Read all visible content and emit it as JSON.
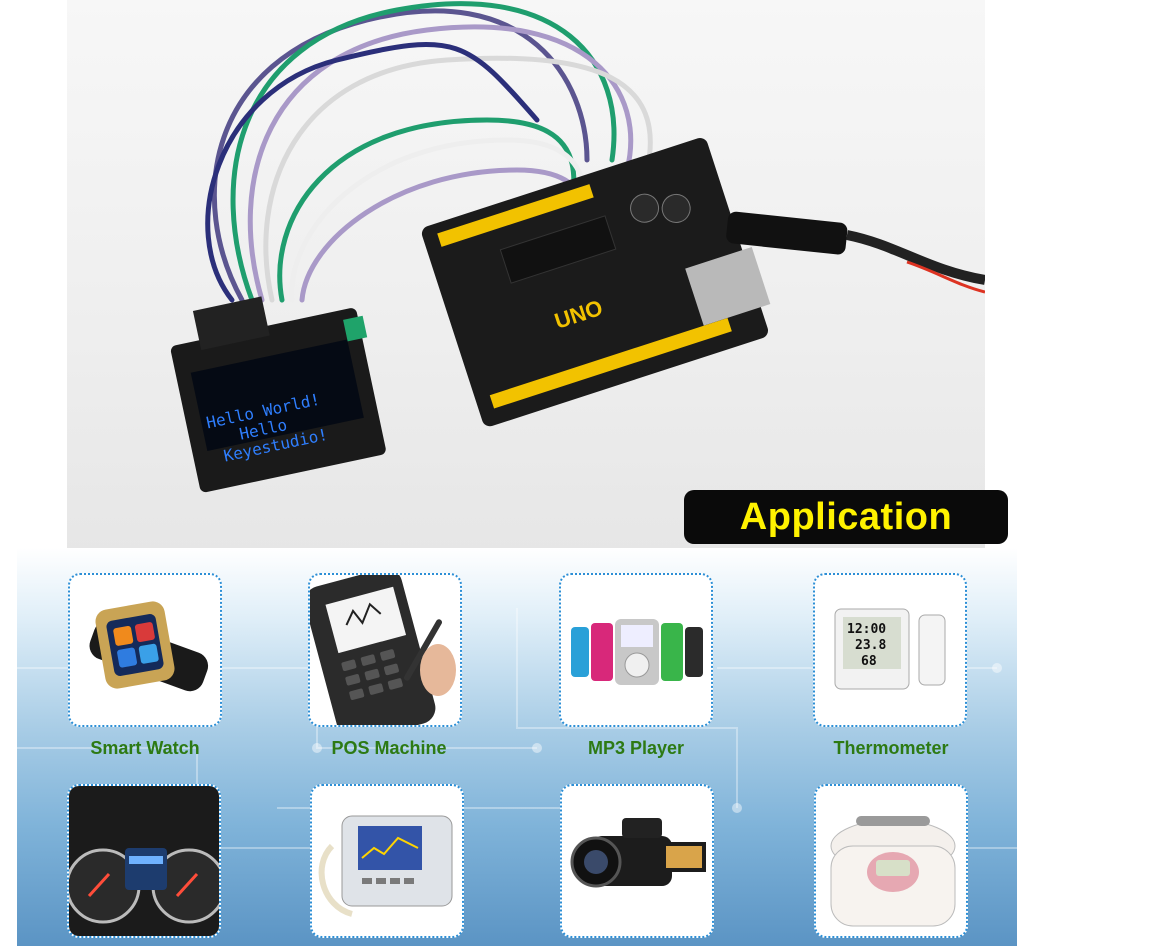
{
  "photo": {
    "oled_lines": [
      "Hello World!",
      "Hello",
      "Keyestudio!"
    ],
    "board_label": "UNO"
  },
  "application": {
    "title": "Application",
    "items": [
      {
        "label": "Smart Watch",
        "icon": "smart-watch-icon"
      },
      {
        "label": "POS Machine",
        "icon": "pos-machine-icon"
      },
      {
        "label": "MP3 Player",
        "icon": "mp3-player-icon"
      },
      {
        "label": "Thermometer",
        "icon": "thermometer-icon"
      },
      {
        "label": "",
        "icon": "car-dashboard-icon"
      },
      {
        "label": "",
        "icon": "medical-device-icon"
      },
      {
        "label": "",
        "icon": "camcorder-icon"
      },
      {
        "label": "",
        "icon": "rice-cooker-icon"
      }
    ]
  },
  "thermometer_readout": {
    "time": "12:00",
    "temp": "23.8",
    "humidity": "68"
  },
  "colors": {
    "accent_title": "#fff200",
    "label_green": "#2d7a14",
    "card_border": "#2c8fd6"
  }
}
